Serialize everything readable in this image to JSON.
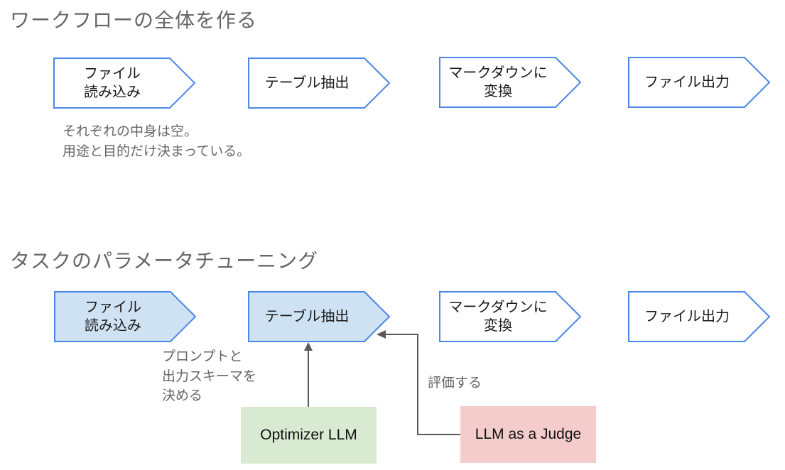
{
  "colors": {
    "step_border": "#4a86e8",
    "step_fill_highlight": "#cfe2f3",
    "step_fill_plain": "#ffffff",
    "optimizer_fill": "#d9ead3",
    "judge_fill": "#f4cccc",
    "connector_line": "#595959",
    "heading_text": "#666666",
    "note_text": "#666666",
    "step_label_text": "#1a1a1a"
  },
  "section_build": {
    "title": "ワークフローの全体を作る",
    "steps": [
      {
        "label": "ファイル\n読み込み"
      },
      {
        "label": "テーブル抽出"
      },
      {
        "label": "マークダウンに\n変換"
      },
      {
        "label": "ファイル出力"
      }
    ],
    "note": "それぞれの中身は空。\n用途と目的だけ決まっている。"
  },
  "section_tuning": {
    "title": "タスクのパラメータチューニング",
    "steps": [
      {
        "label": "ファイル\n読み込み",
        "highlighted": true
      },
      {
        "label": "テーブル抽出",
        "highlighted": true
      },
      {
        "label": "マークダウンに\n変換",
        "highlighted": false
      },
      {
        "label": "ファイル出力",
        "highlighted": false
      }
    ],
    "note_prompt": "プロンプトと\n出力スキーマを\n決める",
    "note_evaluate": "評価する",
    "optimizer_label": "Optimizer LLM",
    "judge_label": "LLM as a Judge",
    "arrows": [
      {
        "name": "optimizer-to-table-extract",
        "type": "vertical-up"
      },
      {
        "name": "judge-to-table-extract",
        "type": "elbow-left"
      }
    ]
  }
}
